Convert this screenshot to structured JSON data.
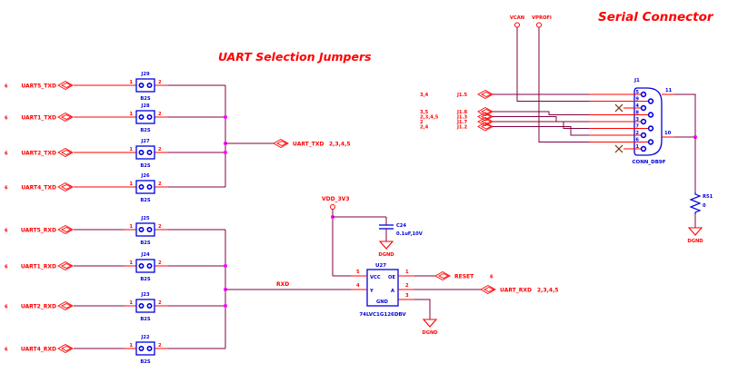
{
  "titles": {
    "jumper_section": "UART Selection Jumpers",
    "serial_section": "Serial Connector"
  },
  "power": {
    "vcan": "VCAN",
    "vprofi": "VPROFI",
    "vdd": "VDD_3V3"
  },
  "ground_label": "DGND",
  "jumper_part": "B2S",
  "pin1": "1",
  "pin2": "2",
  "tx_jumpers": [
    {
      "page": "6",
      "net": "UART5_TXD",
      "ref": "J29"
    },
    {
      "page": "6",
      "net": "UART1_TXD",
      "ref": "J28"
    },
    {
      "page": "6",
      "net": "UART2_TXD",
      "ref": "J27"
    },
    {
      "page": "6",
      "net": "UART4_TXD",
      "ref": "J26"
    }
  ],
  "rx_jumpers": [
    {
      "page": "6",
      "net": "UART5_RXD",
      "ref": "J25"
    },
    {
      "page": "6",
      "net": "UART1_RXD",
      "ref": "J24"
    },
    {
      "page": "6",
      "net": "UART2_RXD",
      "ref": "J23"
    },
    {
      "page": "6",
      "net": "UART4_RXD",
      "ref": "J22"
    }
  ],
  "uart_txd": {
    "label": "UART_TXD",
    "pages": "2,3,4,5"
  },
  "uart_rxd": {
    "label": "UART_RXD",
    "pages": "2,3,4,5"
  },
  "rxd_label": "RXD",
  "reset": {
    "label": "RESET",
    "page": "6"
  },
  "buffer": {
    "ref": "U27",
    "part": "74LVC1G126DBV",
    "pins": {
      "vcc": {
        "name": "VCC",
        "num": "5"
      },
      "y": {
        "name": "Y",
        "num": "4"
      },
      "oe": {
        "name": "OE",
        "num": "1"
      },
      "a": {
        "name": "A",
        "num": "2"
      },
      "gnd": {
        "name": "GND",
        "num": "3"
      }
    }
  },
  "capacitor": {
    "ref": "C24",
    "value": "0.1uF,10V"
  },
  "resistor": {
    "ref": "R51",
    "value": "0"
  },
  "connector": {
    "ref": "J1",
    "part": "CONN_DB9F",
    "left_pins": [
      "5",
      "9",
      "4",
      "8",
      "3",
      "7",
      "2",
      "6",
      "1"
    ],
    "pin11": "11",
    "pin10": "10",
    "nets": [
      {
        "pages": "3,4",
        "name": "J1.5"
      },
      {
        "pages": "3,5",
        "name": "J1.8"
      },
      {
        "pages": "2,3,4,5",
        "name": "J1.3"
      },
      {
        "pages": "2",
        "name": "J1.7"
      },
      {
        "pages": "2,4",
        "name": "J1.2"
      }
    ]
  }
}
